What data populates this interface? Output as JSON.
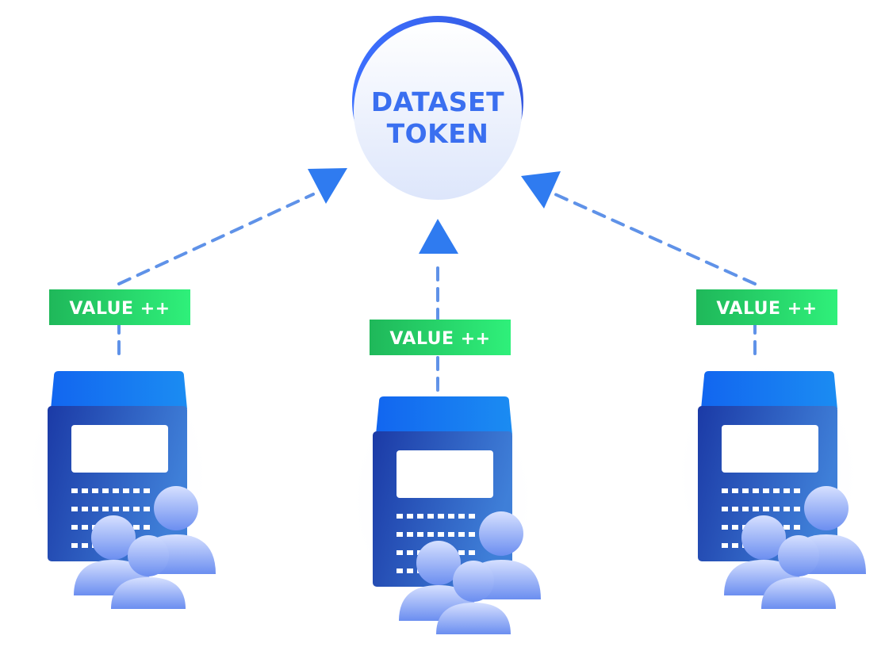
{
  "token": {
    "line1": "DATASET",
    "line2": "TOKEN"
  },
  "badges": [
    {
      "label": "VALUE ++"
    },
    {
      "label": "VALUE ++"
    },
    {
      "label": "VALUE ++"
    }
  ],
  "colors": {
    "token_text": "#3a6ff0",
    "badge_start": "#1fb85a",
    "badge_end": "#2ff07a",
    "arrow": "#2f7bf0",
    "dash": "#5f92e8",
    "server_front_start": "#1b3aa6",
    "server_front_end": "#3f7fd8",
    "server_top": "#1a78ee",
    "people_light": "#d2ddff",
    "people_dark": "#6b8ef0"
  },
  "icons": [
    "server-icon",
    "users-icon",
    "arrow-up-icon"
  ]
}
